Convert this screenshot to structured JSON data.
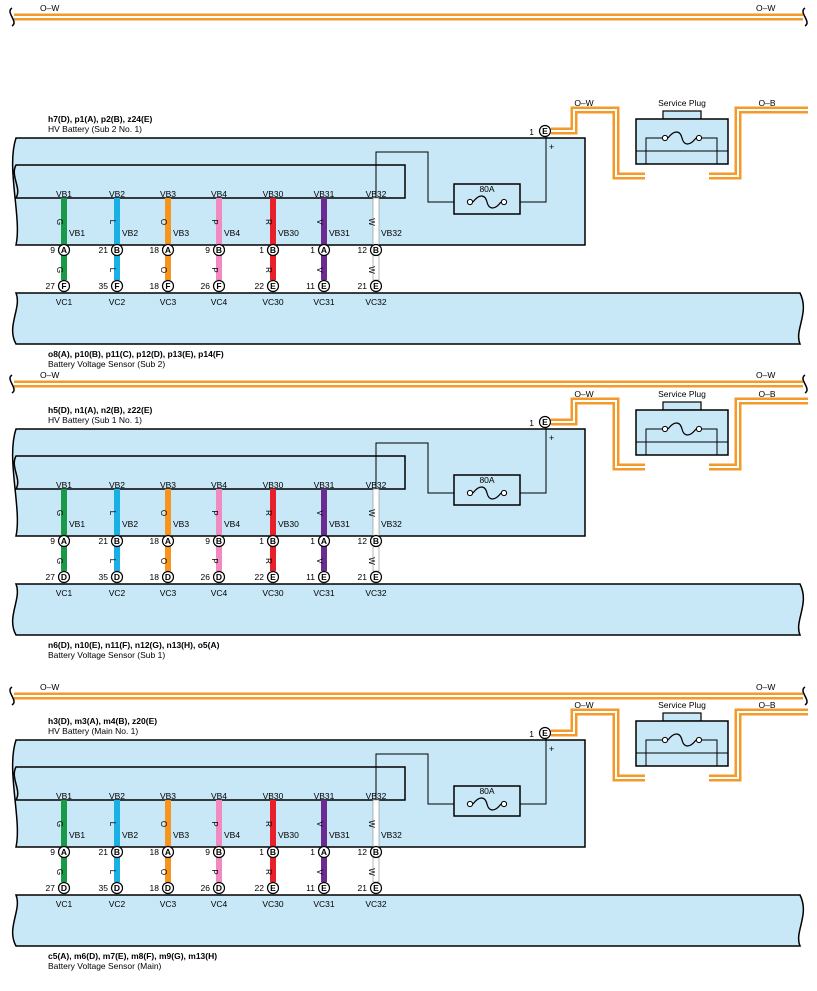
{
  "colors": {
    "box_fill": "#c9e8f7",
    "box_stroke": "#000000",
    "harness_orange": "#f39a2b",
    "wire": {
      "G": "#1a9a48",
      "L": "#1ab0e6",
      "O": "#f7941d",
      "P": "#f08ac0",
      "R": "#e8202a",
      "V": "#6a2c91",
      "W": "#ffffff"
    }
  },
  "common": {
    "top_harness_label_left": "O–W",
    "top_harness_label_right": "O–W",
    "plug_harness_label_left": "O–W",
    "plug_harness_label_right": "O–B",
    "service_plug_label": "Service Plug",
    "fuse_label": "80A",
    "plus_sign": "+",
    "hv_terminal_pin": "1",
    "hv_terminal_conn": "E",
    "channels": [
      {
        "vb": "VB1",
        "vc": "VC1",
        "color": "G",
        "upper_pin": "9",
        "upper_conn": "A",
        "inner_label": "VB1",
        "icon": "fuse-icon"
      },
      {
        "vb": "VB2",
        "vc": "VC2",
        "color": "L",
        "upper_pin": "21",
        "upper_conn": "B",
        "inner_label": "VB2"
      },
      {
        "vb": "VB3",
        "vc": "VC3",
        "color": "O",
        "upper_pin": "18",
        "upper_conn": "A",
        "inner_label": "VB3"
      },
      {
        "vb": "VB4",
        "vc": "VC4",
        "color": "P",
        "upper_pin": "9",
        "upper_conn": "B",
        "inner_label": "VB4"
      },
      {
        "vb": "VB30",
        "vc": "VC30",
        "color": "R",
        "upper_pin": "1",
        "upper_conn": "B",
        "inner_label": "VB30"
      },
      {
        "vb": "VB31",
        "vc": "VC31",
        "color": "V",
        "upper_pin": "1",
        "upper_conn": "A",
        "inner_label": "VB31"
      },
      {
        "vb": "VB32",
        "vc": "VC32",
        "color": "W",
        "upper_pin": "12",
        "upper_conn": "B",
        "inner_label": "VB32"
      }
    ]
  },
  "sections": [
    {
      "battery_connectors": "h7(D), p1(A), p2(B), z24(E)",
      "battery_name": "HV Battery (Sub 2 No.  1)",
      "sensor_connectors": "o8(A), p10(B), p11(C), p12(D), p13(E), p14(F)",
      "sensor_name": "Battery Voltage Sensor (Sub 2)",
      "lower_pins": [
        {
          "pin": "27",
          "conn": "F"
        },
        {
          "pin": "35",
          "conn": "F"
        },
        {
          "pin": "18",
          "conn": "F"
        },
        {
          "pin": "26",
          "conn": "F"
        },
        {
          "pin": "22",
          "conn": "E"
        },
        {
          "pin": "11",
          "conn": "E"
        },
        {
          "pin": "21",
          "conn": "E"
        }
      ]
    },
    {
      "battery_connectors": "h5(D), n1(A), n2(B), z22(E)",
      "battery_name": "HV Battery (Sub 1 No.  1)",
      "sensor_connectors": "n6(D), n10(E), n11(F), n12(G), n13(H), o5(A)",
      "sensor_name": "Battery Voltage Sensor (Sub 1)",
      "lower_pins": [
        {
          "pin": "27",
          "conn": "D"
        },
        {
          "pin": "35",
          "conn": "D"
        },
        {
          "pin": "18",
          "conn": "D"
        },
        {
          "pin": "26",
          "conn": "D"
        },
        {
          "pin": "22",
          "conn": "E"
        },
        {
          "pin": "11",
          "conn": "E"
        },
        {
          "pin": "21",
          "conn": "E"
        }
      ]
    },
    {
      "battery_connectors": "h3(D), m3(A), m4(B), z20(E)",
      "battery_name": "HV Battery (Main No.  1)",
      "sensor_connectors": "c5(A), m6(D), m7(E), m8(F), m9(G), m13(H)",
      "sensor_name": "Battery Voltage Sensor (Main)",
      "lower_pins": [
        {
          "pin": "27",
          "conn": "D"
        },
        {
          "pin": "35",
          "conn": "D"
        },
        {
          "pin": "18",
          "conn": "D"
        },
        {
          "pin": "26",
          "conn": "D"
        },
        {
          "pin": "22",
          "conn": "E"
        },
        {
          "pin": "11",
          "conn": "E"
        },
        {
          "pin": "21",
          "conn": "E"
        }
      ]
    }
  ]
}
